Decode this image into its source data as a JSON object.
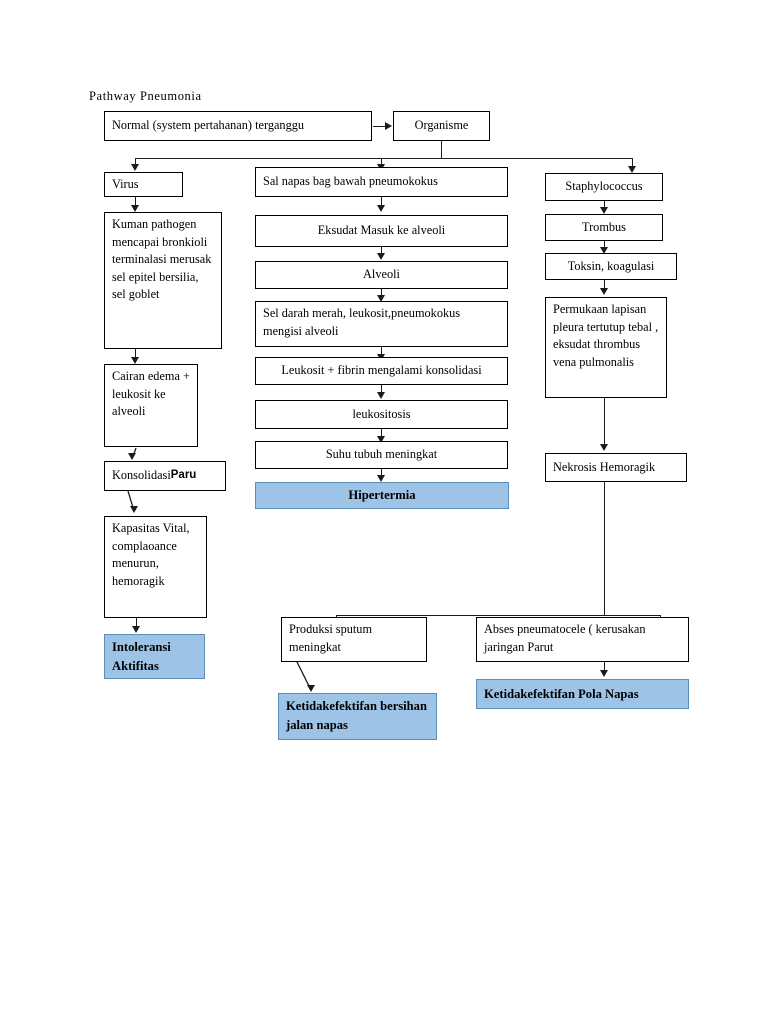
{
  "title": "Pathway Pneumonia",
  "colors": {
    "highlight_fill": "#9DC3E6",
    "highlight_border": "#5B8DB8",
    "line": "#1B1B1B",
    "box_border": "#000000",
    "background": "#FFFFFF"
  },
  "nodes": {
    "normal": "Normal (system pertahanan) terganggu",
    "organisme": "Organisme",
    "virus": "Virus",
    "kuman_pathogen": "Kuman pathogen mencapai bronkioli terminalasi merusak sel epitel bersilia, sel goblet",
    "cairan_edema": "Cairan edema + leukosit ke alveoli",
    "konsolidasi_paru_a": "Konsolidasi ",
    "konsolidasi_paru_b": "Paru",
    "kapasitas_vital": "Kapasitas Vital, complaoance menurun, hemoragik",
    "intoleransi_aktifitas": "Intoleransi Aktifitas",
    "sal_napas": "Sal napas bag bawah pneumokokus",
    "eksudat": "Eksudat Masuk ke alveoli",
    "alveoli": "Alveoli",
    "sel_darah_merah": "Sel darah merah, leukosit,pneumokokus mengisi alveoli",
    "leukosit_fibrin": "Leukosit + fibrin mengalami konsolidasi",
    "leukositosis": "leukositosis",
    "suhu_tubuh": "Suhu tubuh meningkat",
    "hipertermia": "Hipertermia",
    "staphylococcus": "Staphylococcus",
    "trombus": "Trombus",
    "toksin": "Toksin, koagulasi",
    "permukaan_pleura": "Permukaan lapisan pleura tertutup tebal , eksudat thrombus vena pulmonalis",
    "nekrosis": "Nekrosis Hemoragik",
    "produksi_sputum": "Produksi sputum meningkat",
    "ketidakefektifan_bersihan": "Ketidakefektifan bersihan jalan napas",
    "abses": "Abses pneumatocele ( kerusakan jaringan Parut",
    "ketidakefektifan_pola": "Ketidakefektifan Pola Napas"
  }
}
